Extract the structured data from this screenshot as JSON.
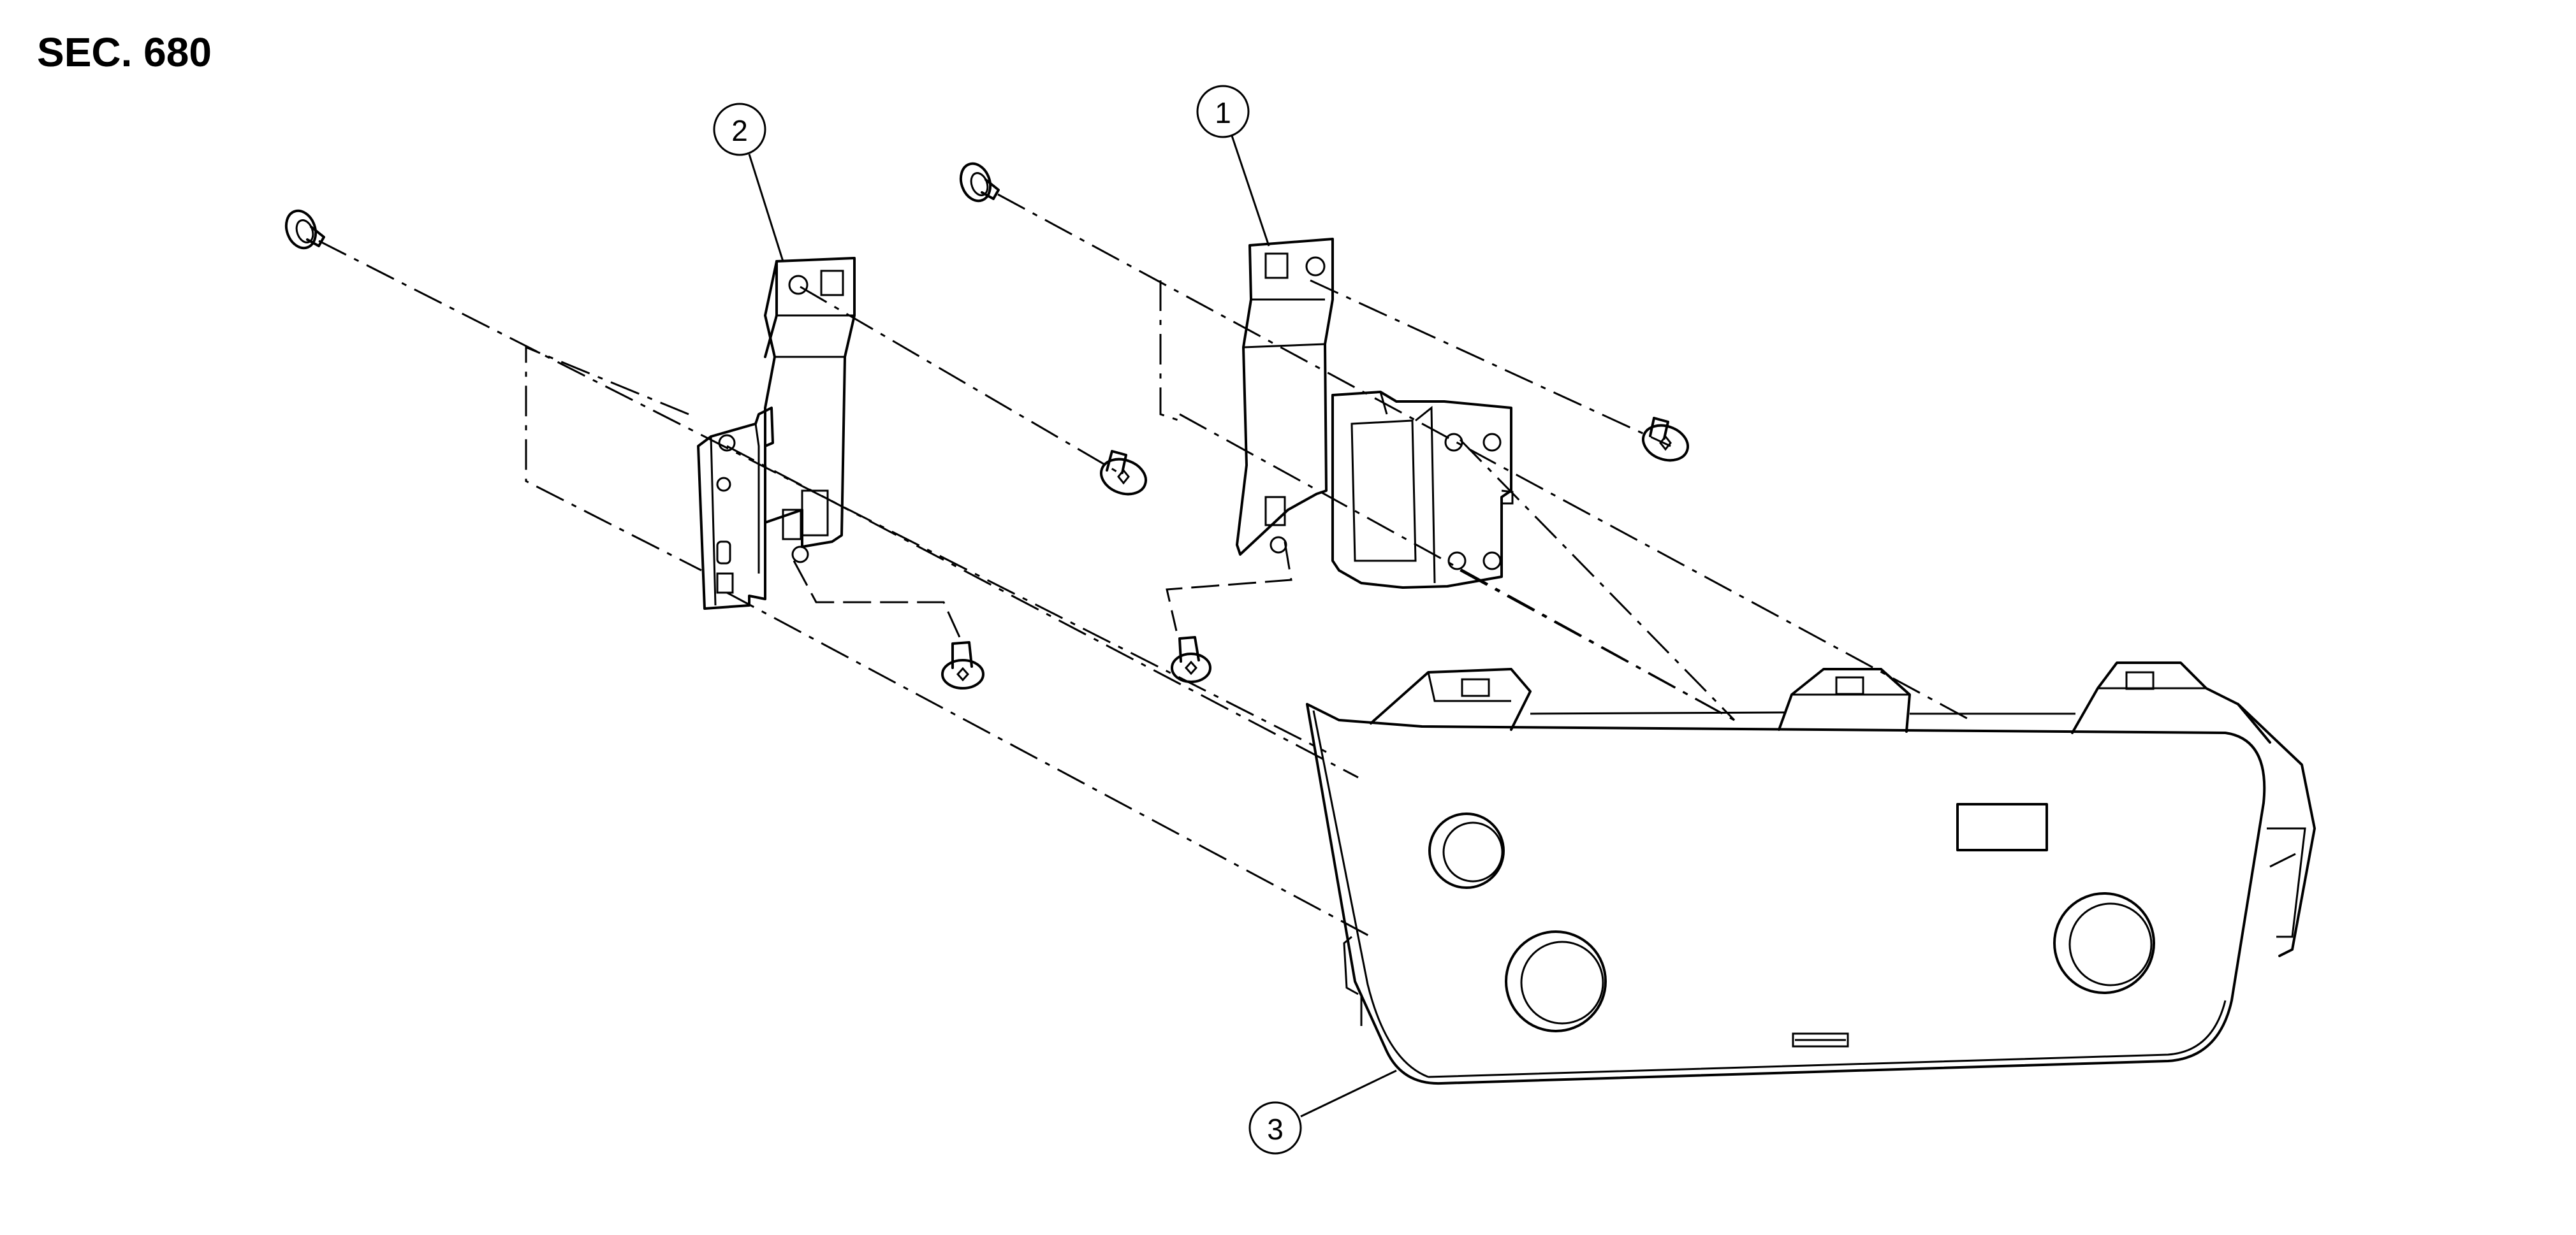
{
  "section_label": "SEC. 680",
  "callouts": [
    {
      "id": "callout-1",
      "label": "1"
    },
    {
      "id": "callout-2",
      "label": "2"
    },
    {
      "id": "callout-3",
      "label": "3"
    }
  ],
  "parts": [
    {
      "name": "bracket-right",
      "callout": "1"
    },
    {
      "name": "bracket-left",
      "callout": "2"
    },
    {
      "name": "finisher-panel",
      "callout": "3"
    }
  ]
}
